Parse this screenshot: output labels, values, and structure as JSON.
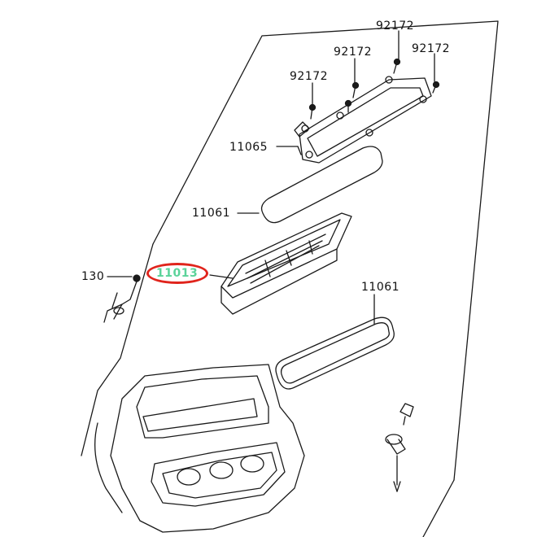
{
  "colors": {
    "line": "#1a1a1a",
    "highlight_ring": "#e0241c",
    "highlight_text": "#5bd39a"
  },
  "parts": [
    {
      "id": "bolt-a",
      "number": "92172"
    },
    {
      "id": "bolt-b",
      "number": "92172"
    },
    {
      "id": "bolt-c",
      "number": "92172"
    },
    {
      "id": "bolt-d",
      "number": "92172"
    },
    {
      "id": "cover-gasket",
      "number": "11065"
    },
    {
      "id": "seal-upper",
      "number": "11061"
    },
    {
      "id": "element",
      "number": "11013",
      "highlighted": true
    },
    {
      "id": "screw",
      "number": "130"
    },
    {
      "id": "seal-lower",
      "number": "11061"
    }
  ]
}
